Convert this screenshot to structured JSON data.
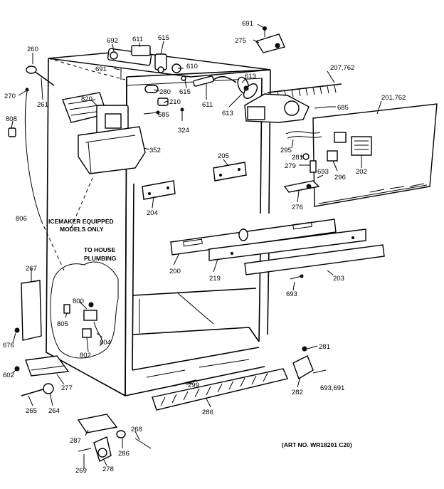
{
  "notes": {
    "icemaker_line1": "ICEMAKER EQUIPPED",
    "icemaker_line2": "MODELS ONLY",
    "house_line1": "TO HOUSE",
    "house_line2": "PLUMBING",
    "art_no": "(ART NO. WR18201 C20)"
  },
  "labels": {
    "p691a": "691",
    "p275": "275",
    "p692": "692",
    "p611a": "611",
    "p615a": "615",
    "p260": "260",
    "p691b": "691",
    "p610": "610",
    "p207": "207,762",
    "p613a": "613",
    "p270": "270",
    "p261": "261",
    "p820": "820",
    "p280": "280",
    "p615b": "615",
    "p210": "210",
    "p611b": "611",
    "p613b": "613",
    "p201": "201,762",
    "p685a": "685",
    "p685b": "685",
    "p808": "808",
    "p324": "324",
    "p352": "352",
    "p295": "295",
    "p281a": "281",
    "p279": "279",
    "p693a": "693",
    "p296": "296",
    "p202": "202",
    "p205": "205",
    "p276": "276",
    "p204": "204",
    "p806": "806",
    "p200": "200",
    "p219": "219",
    "p203": "203",
    "p267": "267",
    "p693b": "693",
    "p800": "800",
    "p805": "805",
    "p804": "804",
    "p802": "802",
    "p676": "676",
    "p281b": "281",
    "p602": "602",
    "p277": "277",
    "p299": "299",
    "p282": "282",
    "p693c": "693,691",
    "p265": "265",
    "p264": "264",
    "p286": "286",
    "p287": "287",
    "p268": "268",
    "p286b": "286",
    "p269": "269",
    "p278": "278"
  }
}
